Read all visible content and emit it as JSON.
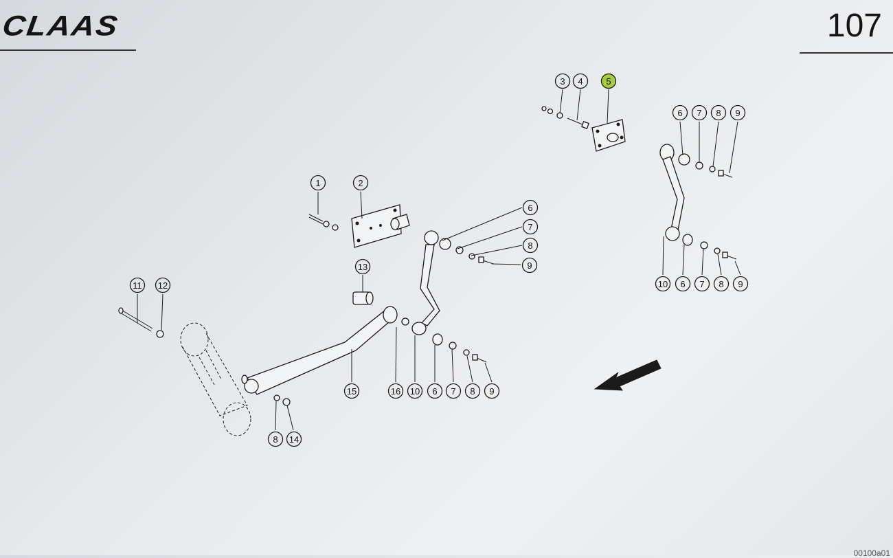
{
  "header": {
    "brand": "CLAAS",
    "page_number": "107"
  },
  "footer": {
    "code": "00100a01"
  },
  "callouts": [
    {
      "id": "c3",
      "label": "3"
    },
    {
      "id": "c4",
      "label": "4"
    },
    {
      "id": "c5",
      "label": "5",
      "highlighted": true
    },
    {
      "id": "c1",
      "label": "1"
    },
    {
      "id": "c2",
      "label": "2"
    },
    {
      "id": "c6a",
      "label": "6"
    },
    {
      "id": "c7a",
      "label": "7"
    },
    {
      "id": "c8a",
      "label": "8"
    },
    {
      "id": "c9a",
      "label": "9"
    },
    {
      "id": "c13",
      "label": "13"
    },
    {
      "id": "c11",
      "label": "11"
    },
    {
      "id": "c12",
      "label": "12"
    },
    {
      "id": "c15",
      "label": "15"
    },
    {
      "id": "c16",
      "label": "16"
    },
    {
      "id": "c10b",
      "label": "10"
    },
    {
      "id": "c6b",
      "label": "6"
    },
    {
      "id": "c7b",
      "label": "7"
    },
    {
      "id": "c8b",
      "label": "8"
    },
    {
      "id": "c9b",
      "label": "9"
    },
    {
      "id": "c8c",
      "label": "8"
    },
    {
      "id": "c14",
      "label": "14"
    },
    {
      "id": "c6r",
      "label": "6"
    },
    {
      "id": "c7r",
      "label": "7"
    },
    {
      "id": "c8r",
      "label": "8"
    },
    {
      "id": "c9r",
      "label": "9"
    },
    {
      "id": "c10r",
      "label": "10"
    },
    {
      "id": "c6s",
      "label": "6"
    },
    {
      "id": "c7s",
      "label": "7"
    },
    {
      "id": "c8s",
      "label": "8"
    },
    {
      "id": "c9s",
      "label": "9"
    }
  ],
  "colors": {
    "highlight": "#a9cc3a",
    "ink": "#1a1a1a"
  },
  "icons": {
    "direction": "arrow-down-left-icon"
  }
}
